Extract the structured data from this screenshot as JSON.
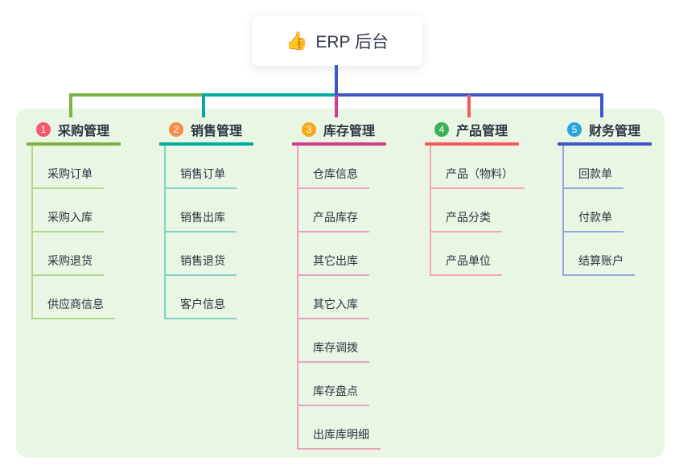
{
  "root": {
    "title": "ERP 后台",
    "icon": "thumbs-up-icon",
    "emoji": "👍"
  },
  "colors": {
    "panel_background": "#e8f6e3",
    "root_line": "#3e56c6",
    "text_dark": "#2e3544"
  },
  "branches": [
    {
      "num": "1",
      "label": "采购管理",
      "badge_color": "#f4586c",
      "line_color": "#7cb342",
      "light_color": "#b1d98e",
      "children": [
        "采购订单",
        "采购入库",
        "采购退货",
        "供应商信息"
      ]
    },
    {
      "num": "2",
      "label": "销售管理",
      "badge_color": "#f98b4a",
      "line_color": "#00aca0",
      "light_color": "#7fd3cb",
      "children": [
        "销售订单",
        "销售出库",
        "销售退货",
        "客户信息"
      ]
    },
    {
      "num": "3",
      "label": "库存管理",
      "badge_color": "#f6a91c",
      "line_color": "#d23c8e",
      "light_color": "#eaa0c7",
      "children": [
        "仓库信息",
        "产品库存",
        "其它出库",
        "其它入库",
        "库存调拨",
        "库存盘点",
        "出库库明细"
      ]
    },
    {
      "num": "4",
      "label": "产品管理",
      "badge_color": "#3cb054",
      "line_color": "#f25c5c",
      "light_color": "#f7a9a9",
      "children": [
        "产品（物料）",
        "产品分类",
        "产品单位"
      ]
    },
    {
      "num": "5",
      "label": "财务管理",
      "badge_color": "#29a6de",
      "line_color": "#3e56c6",
      "light_color": "#95a7e0",
      "children": [
        "回款单",
        "付款单",
        "结算账户"
      ]
    }
  ]
}
